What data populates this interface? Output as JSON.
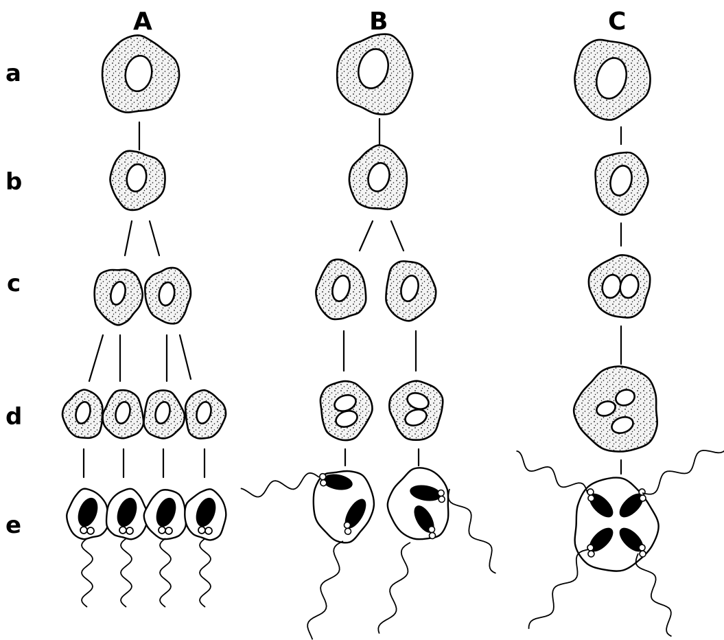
{
  "columns": [
    {
      "id": "A",
      "label": "A"
    },
    {
      "id": "B",
      "label": "B"
    },
    {
      "id": "C",
      "label": "C"
    }
  ],
  "rows": [
    {
      "id": "a",
      "label": "a"
    },
    {
      "id": "b",
      "label": "b"
    },
    {
      "id": "c",
      "label": "c"
    },
    {
      "id": "d",
      "label": "d"
    },
    {
      "id": "e",
      "label": "e"
    }
  ],
  "colors": {
    "ink": "#000000",
    "cell_fill": "#f3f3f3",
    "paper": "#ffffff"
  }
}
